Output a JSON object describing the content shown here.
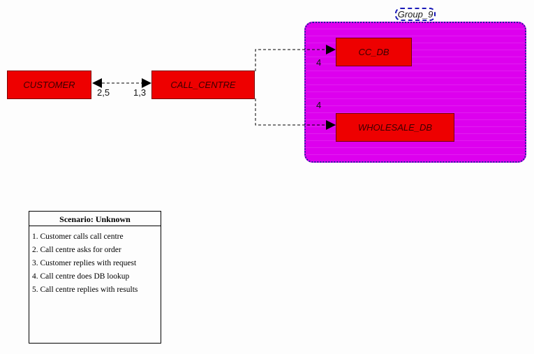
{
  "diagram": {
    "group": {
      "label": "Group_9",
      "fill_color": "#dd00ee",
      "border_color": "#1f1f9a"
    },
    "nodes": {
      "customer": "CUSTOMER",
      "call_centre": "CALL_CENTRE",
      "cc_db": "CC_DB",
      "wholesale_db": "WHOLESALE_DB",
      "fill_color": "#ee0000"
    },
    "edges": [
      {
        "from": "CUSTOMER",
        "to": "CALL_CENTRE",
        "label_from": "2,5",
        "label_to": "1,3"
      },
      {
        "from": "CALL_CENTRE",
        "to": "CC_DB",
        "label": "4"
      },
      {
        "from": "CALL_CENTRE",
        "to": "WHOLESALE_DB",
        "label": "4"
      }
    ]
  },
  "scenario": {
    "title": "Scenario:  Unknown",
    "steps": [
      "1.  Customer calls call centre",
      "2.  Call centre asks for order",
      "3.  Customer replies with request",
      "4.  Call centre does DB lookup",
      "5.  Call centre replies with results"
    ]
  }
}
